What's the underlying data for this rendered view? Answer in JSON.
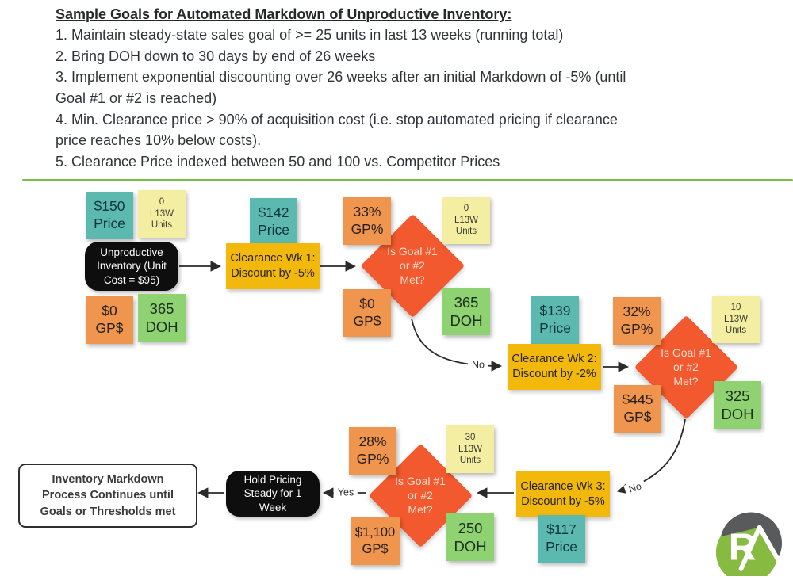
{
  "header": {
    "title": "Sample Goals for Automated Markdown of Unproductive Inventory:",
    "goals": [
      "1. Maintain steady-state sales goal of >= 25 units in last 13 weeks (running total)",
      "2. Bring DOH down to 30 days by end of 26 weeks",
      "3. Implement exponential discounting over 26 weeks after an initial Markdown of -5% (until\nGoal #1 or #2 is reached)",
      "4. Min. Clearance price > 90% of acquisition cost (i.e. stop automated pricing if clearance\nprice reaches 10% below costs).",
      "5. Clearance Price indexed between 50 and 100 vs. Competitor Prices"
    ]
  },
  "nodes": {
    "start": {
      "text": "Unproductive\nInventory (Unit\nCost = $95)"
    },
    "wk1": {
      "text": "Clearance Wk 1:\nDiscount by -5%"
    },
    "wk2": {
      "text": "Clearance Wk 2:\nDiscount by -2%"
    },
    "wk3": {
      "text": "Clearance Wk 3:\nDiscount by -5%"
    },
    "decision": {
      "text": "Is Goal #1\nor #2\nMet?"
    },
    "hold": {
      "text": "Hold Pricing\nSteady for 1\nWeek"
    },
    "end": {
      "text": "Inventory Markdown\nProcess Continues until\nGoals or Thresholds met"
    }
  },
  "stickies": {
    "price_150": {
      "text": "$150\nPrice"
    },
    "units_0_a": {
      "text": "0\nL13W\nUnits"
    },
    "gp_0_a": {
      "text": "$0\nGP$"
    },
    "doh_365_a": {
      "text": "365\nDOH"
    },
    "price_142": {
      "text": "$142\nPrice"
    },
    "gp_33": {
      "text": "33%\nGP%"
    },
    "units_0_b": {
      "text": "0\nL13W\nUnits"
    },
    "gp_0_b": {
      "text": "$0\nGP$"
    },
    "doh_365_b": {
      "text": "365\nDOH"
    },
    "price_139": {
      "text": "$139\nPrice"
    },
    "gp_32": {
      "text": "32%\nGP%"
    },
    "units_10": {
      "text": "10\nL13W\nUnits"
    },
    "gp_445": {
      "text": "$445\nGP$"
    },
    "doh_325": {
      "text": "325\nDOH"
    },
    "gp_28": {
      "text": "28%\nGP%"
    },
    "units_30": {
      "text": "30\nL13W\nUnits"
    },
    "gp_1100": {
      "text": "$1,100\nGP$"
    },
    "doh_250": {
      "text": "250\nDOH"
    },
    "price_117": {
      "text": "$117\nPrice"
    }
  },
  "edge_labels": {
    "no": "No",
    "yes": "Yes"
  },
  "logo": {
    "letters": "RA",
    "r": "R"
  },
  "palette": {
    "sticky_teal": "#5cb9af",
    "sticky_yellow": "#f3eea1",
    "sticky_orange": "#f0954d",
    "sticky_green": "#8ed271",
    "process_gold": "#f2b80c",
    "decision_orange": "#f2592e",
    "node_black": "#0e0e0e",
    "divider_green": "#7cbf45",
    "logo_green": "#86ba40",
    "logo_gray": "#595a5c"
  }
}
